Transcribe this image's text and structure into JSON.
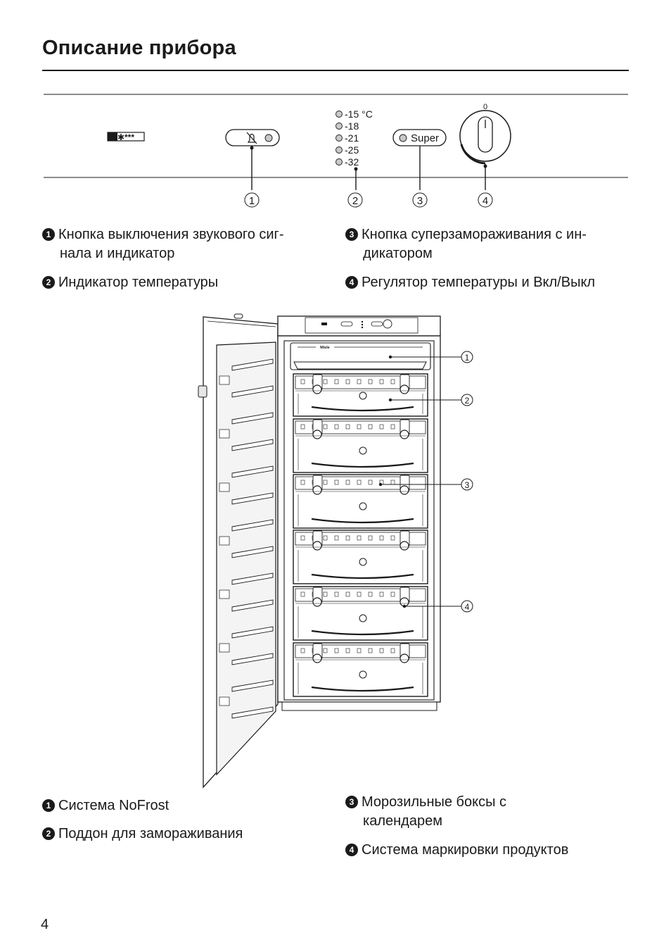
{
  "page": {
    "title": "Описание прибора",
    "number": "4"
  },
  "panel": {
    "freezer_symbol": "✱***",
    "temperatures": [
      "-15 °C",
      "-18",
      "-21",
      "-25",
      "-32"
    ],
    "super_label": "Super",
    "dial_zero": "0",
    "callouts": [
      "1",
      "2",
      "3",
      "4"
    ]
  },
  "panel_legend": [
    {
      "num": "1",
      "lines": [
        "Кнопка выключения звукового сиг-",
        "нала и индикатор"
      ]
    },
    {
      "num": "2",
      "lines": [
        "Индикатор температуры"
      ]
    },
    {
      "num": "3",
      "lines": [
        "Кнопка суперзамораживания с ин-",
        "дикатором"
      ]
    },
    {
      "num": "4",
      "lines": [
        "Регулятор температуры и Вкл/Выкл"
      ]
    }
  ],
  "appliance": {
    "brand": "Miele",
    "callouts": [
      "1",
      "2",
      "3",
      "4"
    ]
  },
  "appliance_legend": [
    {
      "num": "1",
      "lines": [
        "Система NoFrost"
      ]
    },
    {
      "num": "2",
      "lines": [
        "Поддон для замораживания"
      ]
    },
    {
      "num": "3",
      "lines": [
        "Морозильные боксы с",
        "календарем"
      ]
    },
    {
      "num": "4",
      "lines": [
        "Система маркировки продуктов"
      ]
    }
  ]
}
